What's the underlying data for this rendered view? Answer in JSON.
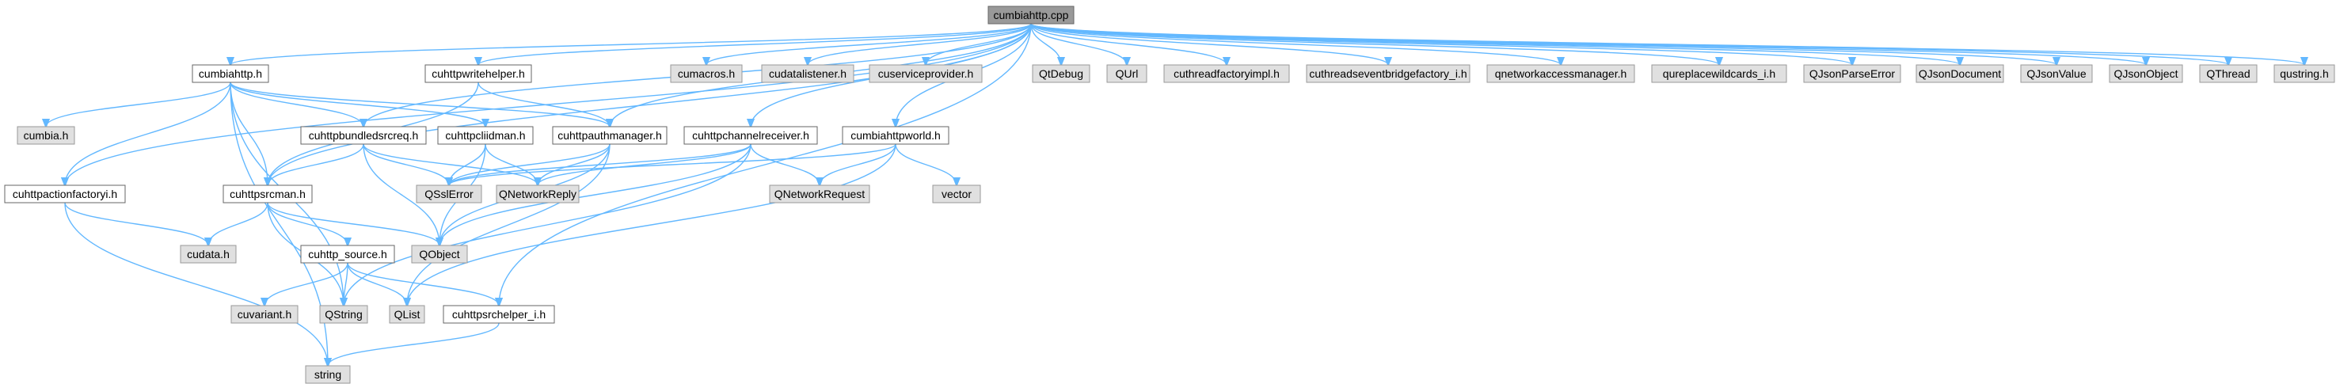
{
  "diagram": {
    "root": "cumbiahttp.cpp",
    "nodes": [
      {
        "id": "root",
        "label": "cumbiahttp.cpp",
        "kind": "root"
      },
      {
        "id": "cumbiahttp_h",
        "label": "cumbiahttp.h",
        "kind": "doc"
      },
      {
        "id": "cuhttpwritehelper",
        "label": "cuhttpwritehelper.h",
        "kind": "doc"
      },
      {
        "id": "cumacros",
        "label": "cumacros.h",
        "kind": "ext"
      },
      {
        "id": "cudatalistener",
        "label": "cudatalistener.h",
        "kind": "ext"
      },
      {
        "id": "cuserviceprovider",
        "label": "cuserviceprovider.h",
        "kind": "ext"
      },
      {
        "id": "qtdebug",
        "label": "QtDebug",
        "kind": "ext"
      },
      {
        "id": "qurl",
        "label": "QUrl",
        "kind": "ext"
      },
      {
        "id": "cuthreadfactoryimpl",
        "label": "cuthreadfactoryimpl.h",
        "kind": "ext"
      },
      {
        "id": "cuthreadseventbridgefactory",
        "label": "cuthreadseventbridgefactory_i.h",
        "kind": "ext"
      },
      {
        "id": "qnetworkaccessmanager",
        "label": "qnetworkaccessmanager.h",
        "kind": "ext"
      },
      {
        "id": "qureplacewildcards",
        "label": "qureplacewildcards_i.h",
        "kind": "ext"
      },
      {
        "id": "qjsonparseerror",
        "label": "QJsonParseError",
        "kind": "ext"
      },
      {
        "id": "qjsondocument",
        "label": "QJsonDocument",
        "kind": "ext"
      },
      {
        "id": "qjsonvalue",
        "label": "QJsonValue",
        "kind": "ext"
      },
      {
        "id": "qjsonobject",
        "label": "QJsonObject",
        "kind": "ext"
      },
      {
        "id": "qthread",
        "label": "QThread",
        "kind": "ext"
      },
      {
        "id": "qustring",
        "label": "qustring.h",
        "kind": "ext"
      },
      {
        "id": "cumbia_h",
        "label": "cumbia.h",
        "kind": "ext"
      },
      {
        "id": "cuhttpbundledsrcreq",
        "label": "cuhttpbundledsrcreq.h",
        "kind": "doc"
      },
      {
        "id": "cuhttpcliidman",
        "label": "cuhttpcliidman.h",
        "kind": "doc"
      },
      {
        "id": "cuhttpauthmanager",
        "label": "cuhttpauthmanager.h",
        "kind": "doc"
      },
      {
        "id": "cuhttpchannelreceiver",
        "label": "cuhttpchannelreceiver.h",
        "kind": "doc"
      },
      {
        "id": "cumbiahttpworld",
        "label": "cumbiahttpworld.h",
        "kind": "doc"
      },
      {
        "id": "cuhttpactionfactoryi",
        "label": "cuhttpactionfactoryi.h",
        "kind": "doc"
      },
      {
        "id": "cuhttpsrcman",
        "label": "cuhttpsrcman.h",
        "kind": "doc"
      },
      {
        "id": "qsslerror",
        "label": "QSslError",
        "kind": "ext"
      },
      {
        "id": "qnetworkreply",
        "label": "QNetworkReply",
        "kind": "ext"
      },
      {
        "id": "qnetworkrequest",
        "label": "QNetworkRequest",
        "kind": "ext"
      },
      {
        "id": "vector",
        "label": "vector",
        "kind": "ext"
      },
      {
        "id": "cudata",
        "label": "cudata.h",
        "kind": "ext"
      },
      {
        "id": "qobject",
        "label": "QObject",
        "kind": "ext"
      },
      {
        "id": "cuhttp_source",
        "label": "cuhttp_source.h",
        "kind": "doc"
      },
      {
        "id": "cuvariant",
        "label": "cuvariant.h",
        "kind": "ext"
      },
      {
        "id": "qstring",
        "label": "QString",
        "kind": "ext"
      },
      {
        "id": "qlist",
        "label": "QList",
        "kind": "ext"
      },
      {
        "id": "cuhttpsrchelper",
        "label": "cuhttpsrchelper_i.h",
        "kind": "doc"
      },
      {
        "id": "string",
        "label": "string",
        "kind": "ext"
      }
    ],
    "edges": [
      [
        "root",
        "cumbiahttp_h"
      ],
      [
        "root",
        "cuhttpwritehelper"
      ],
      [
        "root",
        "cumacros"
      ],
      [
        "root",
        "cudatalistener"
      ],
      [
        "root",
        "cuserviceprovider"
      ],
      [
        "root",
        "qtdebug"
      ],
      [
        "root",
        "qurl"
      ],
      [
        "root",
        "cuthreadfactoryimpl"
      ],
      [
        "root",
        "cuthreadseventbridgefactory"
      ],
      [
        "root",
        "qnetworkaccessmanager"
      ],
      [
        "root",
        "qureplacewildcards"
      ],
      [
        "root",
        "qjsonparseerror"
      ],
      [
        "root",
        "qjsondocument"
      ],
      [
        "root",
        "qjsonvalue"
      ],
      [
        "root",
        "qjsonobject"
      ],
      [
        "root",
        "qthread"
      ],
      [
        "root",
        "qustring"
      ],
      [
        "root",
        "cuhttpbundledsrcreq"
      ],
      [
        "root",
        "cuhttpauthmanager"
      ],
      [
        "root",
        "cuhttpchannelreceiver"
      ],
      [
        "root",
        "cumbiahttpworld"
      ],
      [
        "root",
        "cuhttpactionfactoryi"
      ],
      [
        "root",
        "cuhttpsrcman"
      ],
      [
        "root",
        "cuhttpsrchelper"
      ],
      [
        "cumbiahttp_h",
        "cumbia_h"
      ],
      [
        "cumbiahttp_h",
        "cuhttpbundledsrcreq"
      ],
      [
        "cumbiahttp_h",
        "cuhttpcliidman"
      ],
      [
        "cumbiahttp_h",
        "cuhttpauthmanager"
      ],
      [
        "cumbiahttp_h",
        "cuhttpactionfactoryi"
      ],
      [
        "cumbiahttp_h",
        "cuhttpsrcman"
      ],
      [
        "cumbiahttp_h",
        "qstring"
      ],
      [
        "cumbiahttp_h",
        "string"
      ],
      [
        "cuhttpwritehelper",
        "cuhttpauthmanager"
      ],
      [
        "cuhttpwritehelper",
        "cuhttpsrcman"
      ],
      [
        "cuhttpbundledsrcreq",
        "cuhttpsrcman"
      ],
      [
        "cuhttpbundledsrcreq",
        "qsslerror"
      ],
      [
        "cuhttpbundledsrcreq",
        "qnetworkreply"
      ],
      [
        "cuhttpbundledsrcreq",
        "qobject"
      ],
      [
        "cuhttpcliidman",
        "qsslerror"
      ],
      [
        "cuhttpcliidman",
        "qnetworkreply"
      ],
      [
        "cuhttpcliidman",
        "qobject"
      ],
      [
        "cuhttpauthmanager",
        "qsslerror"
      ],
      [
        "cuhttpauthmanager",
        "qnetworkreply"
      ],
      [
        "cuhttpauthmanager",
        "qobject"
      ],
      [
        "cuhttpauthmanager",
        "qlist"
      ],
      [
        "cuhttpchannelreceiver",
        "qsslerror"
      ],
      [
        "cuhttpchannelreceiver",
        "qnetworkrequest"
      ],
      [
        "cuhttpchannelreceiver",
        "qnetworkreply"
      ],
      [
        "cuhttpchannelreceiver",
        "qobject"
      ],
      [
        "cuhttpchannelreceiver",
        "qstring"
      ],
      [
        "cumbiahttpworld",
        "qsslerror"
      ],
      [
        "cumbiahttpworld",
        "qnetworkrequest"
      ],
      [
        "cumbiahttpworld",
        "vector"
      ],
      [
        "cumbiahttpworld",
        "qlist"
      ],
      [
        "cuhttpactionfactoryi",
        "cudata"
      ],
      [
        "cuhttpactionfactoryi",
        "string"
      ],
      [
        "cuhttpsrcman",
        "cudata"
      ],
      [
        "cuhttpsrcman",
        "qobject"
      ],
      [
        "cuhttpsrcman",
        "cuhttp_source"
      ],
      [
        "cuhttpsrcman",
        "qstring"
      ],
      [
        "cuhttp_source",
        "cuvariant"
      ],
      [
        "cuhttp_source",
        "qstring"
      ],
      [
        "cuhttp_source",
        "qlist"
      ],
      [
        "cuhttp_source",
        "cuhttpsrchelper"
      ],
      [
        "cuhttpsrchelper",
        "string"
      ]
    ]
  }
}
